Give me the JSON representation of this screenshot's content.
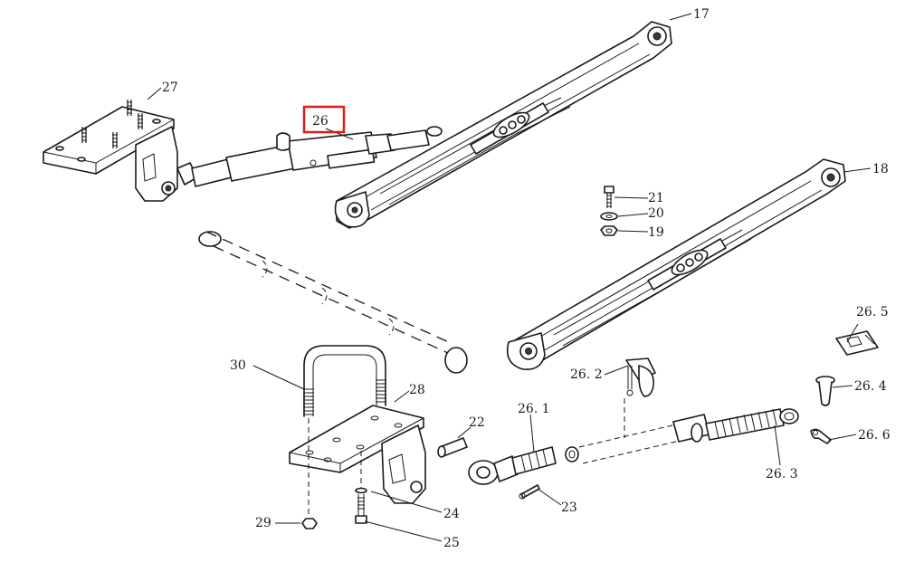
{
  "diagram": {
    "callouts": [
      {
        "id": "17",
        "text": "17"
      },
      {
        "id": "18",
        "text": "18"
      },
      {
        "id": "19",
        "text": "19"
      },
      {
        "id": "20",
        "text": "20"
      },
      {
        "id": "21",
        "text": "21"
      },
      {
        "id": "22",
        "text": "22"
      },
      {
        "id": "23",
        "text": "23"
      },
      {
        "id": "24",
        "text": "24"
      },
      {
        "id": "25",
        "text": "25"
      },
      {
        "id": "26",
        "text": "26"
      },
      {
        "id": "26-1",
        "text": "26. 1"
      },
      {
        "id": "26-2",
        "text": "26. 2"
      },
      {
        "id": "26-3",
        "text": "26. 3"
      },
      {
        "id": "26-4",
        "text": "26. 4"
      },
      {
        "id": "26-5",
        "text": "26. 5"
      },
      {
        "id": "26-6",
        "text": "26. 6"
      },
      {
        "id": "27",
        "text": "27"
      },
      {
        "id": "28",
        "text": "28"
      },
      {
        "id": "29",
        "text": "29"
      },
      {
        "id": "30",
        "text": "30"
      }
    ],
    "highlighted_callout": "26",
    "colors": {
      "line": "#1a1a1a",
      "highlight": "#e01a1a",
      "background": "#ffffff"
    }
  }
}
